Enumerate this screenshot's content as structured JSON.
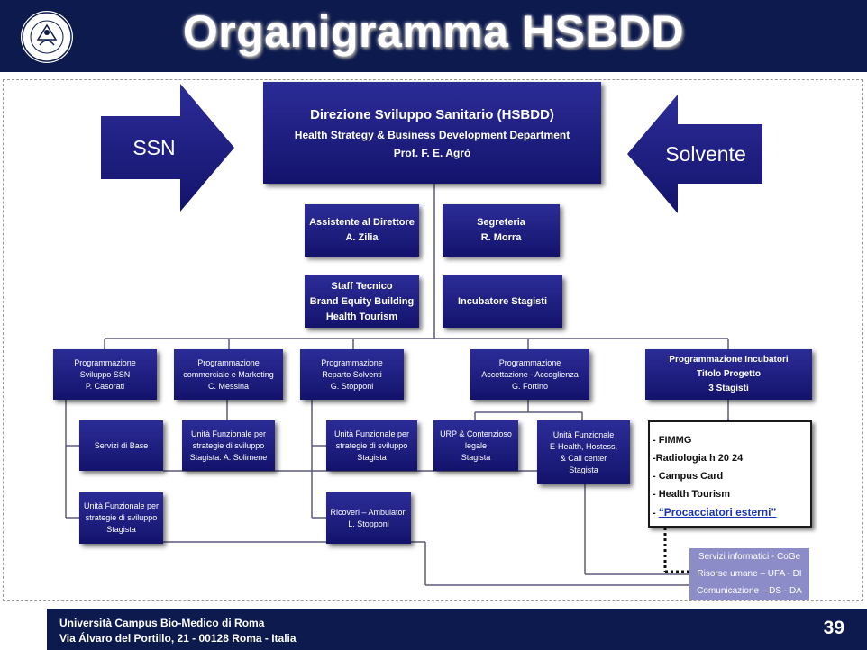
{
  "header": {
    "title": "Organigramma HSBDD",
    "logo_text": "UNIVERSITÀ CAMPUS BIO-MEDICO DI ROMA"
  },
  "arrows": {
    "left": "SSN",
    "right": "Solvente"
  },
  "main_box": {
    "line1": "Direzione Sviluppo Sanitario (HSBDD)",
    "line2": "Health Strategy & Business Development Department",
    "line3": "Prof. F. E. Agrò"
  },
  "assistente": {
    "line1": "Assistente al Direttore",
    "line2": "A. Zilia"
  },
  "segreteria": {
    "line1": "Segreteria",
    "line2": "R. Morra"
  },
  "staff": {
    "line1": "Staff Tecnico",
    "line2": "Brand Equity Building",
    "line3": "Health Tourism"
  },
  "incubatore": {
    "line1": "Incubatore Stagisti"
  },
  "prog_ssn": {
    "line1": "Programmazione",
    "line2": "Sviluppo SSN",
    "line3": "P. Casorati"
  },
  "prog_comm": {
    "line1": "Programmazione",
    "line2": "commerciale e Marketing",
    "line3": "C. Messina"
  },
  "prog_solventi": {
    "line1": "Programmazione",
    "line2": "Reparto Solventi",
    "line3": "G. Stopponi"
  },
  "prog_accett": {
    "line1": "Programmazione",
    "line2": "Accettazione - Accoglienza",
    "line3": "G. Fortino"
  },
  "prog_incub": {
    "line1": "Programmazione Incubatori",
    "line2": "Titolo Progetto",
    "line3": "3 Stagisti"
  },
  "servizi_base": {
    "line1": "Servizi di Base"
  },
  "uf_ssn": {
    "line1": "Unità Funzionale per",
    "line2": "strategie di sviluppo",
    "line3": "Stagista"
  },
  "uf_comm": {
    "line1": "Unità Funzionale per",
    "line2": "strategie di sviluppo",
    "line3": "Stagista: A. Solimene"
  },
  "uf_solventi": {
    "line1": "Unità Funzionale per",
    "line2": "strategie di sviluppo",
    "line3": "Stagista"
  },
  "ricoveri": {
    "line1": "Ricoveri – Ambulatori",
    "line2": "L. Stopponi"
  },
  "urp": {
    "line1": "URP & Contenzioso",
    "line2": "legale",
    "line3": "Stagista"
  },
  "uf_ehealth": {
    "line1": "Unità Funzionale",
    "line2": "E-Health, Hostess,",
    "line3": "& Call center",
    "line4": "Stagista"
  },
  "projects": {
    "items": [
      "- FIMMG",
      "-Radiologia h 20 24",
      "- Campus Card",
      "- Health Tourism"
    ],
    "link_prefix": "- ",
    "link": "“Procacciatori esterni”"
  },
  "services": {
    "lines": [
      "Servizi informatici - CoGe",
      "Risorse umane – UFA - DI",
      "Comunicazione – DS - DA"
    ]
  },
  "footer": {
    "line1": "Università Campus Bio-Medico di Roma",
    "line2": "Via Álvaro del Portillo, 21 -  00128 Roma - Italia",
    "page": "39"
  },
  "colors": {
    "header": "#0d1a4e",
    "box": "#1f1f86",
    "services": "#8c8cc8",
    "link": "#1a34b8"
  }
}
